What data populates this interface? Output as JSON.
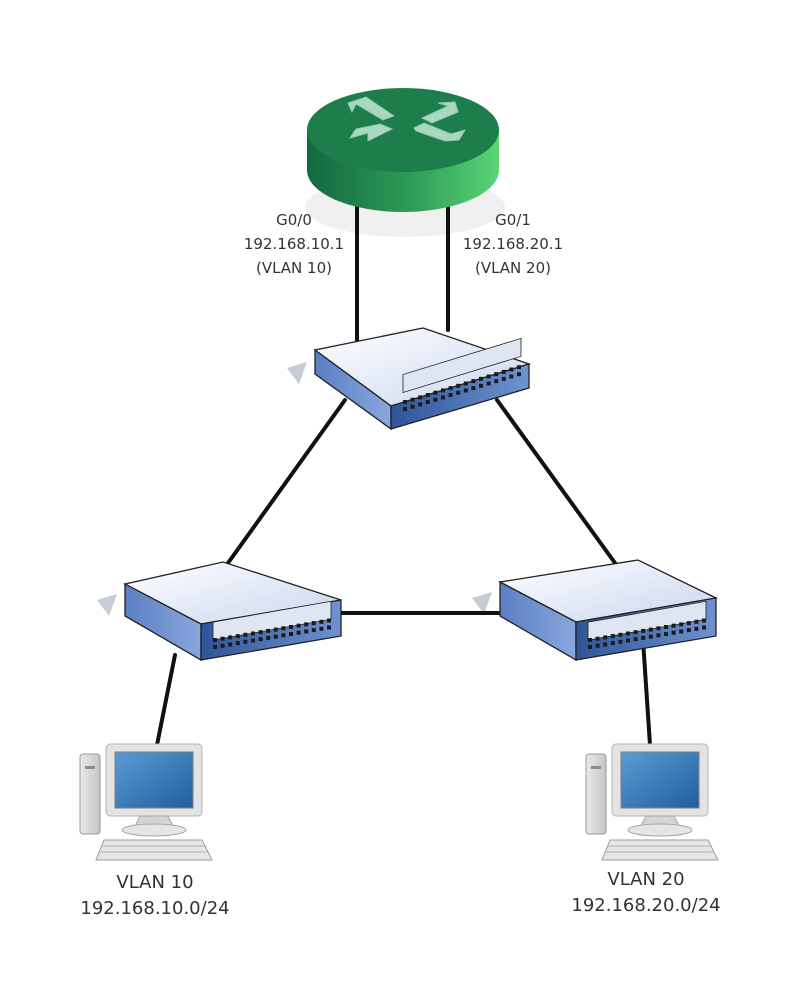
{
  "colors": {
    "link": "#111111",
    "router_dark": "#13683f",
    "router_light": "#5bd576",
    "switch_top": "#eef3fb",
    "switch_front": "#4a70b8",
    "monitor_screen": "#2d6fb0",
    "text": "#333333"
  },
  "router": {
    "icon": "router-icon",
    "interfaces": [
      {
        "name": "G0/0",
        "ip": "192.168.10.1",
        "vlan": "(VLAN 10)"
      },
      {
        "name": "G0/1",
        "ip": "192.168.20.1",
        "vlan": "(VLAN 20)"
      }
    ]
  },
  "switches": [
    {
      "id": "switch-top",
      "icon": "switch-icon"
    },
    {
      "id": "switch-left",
      "icon": "switch-icon"
    },
    {
      "id": "switch-right",
      "icon": "switch-icon"
    }
  ],
  "hosts": [
    {
      "id": "pc-left",
      "icon": "desktop-pc-icon",
      "vlan": "VLAN 10",
      "subnet": "192.168.10.0/24"
    },
    {
      "id": "pc-right",
      "icon": "desktop-pc-icon",
      "vlan": "VLAN 20",
      "subnet": "192.168.20.0/24"
    }
  ]
}
